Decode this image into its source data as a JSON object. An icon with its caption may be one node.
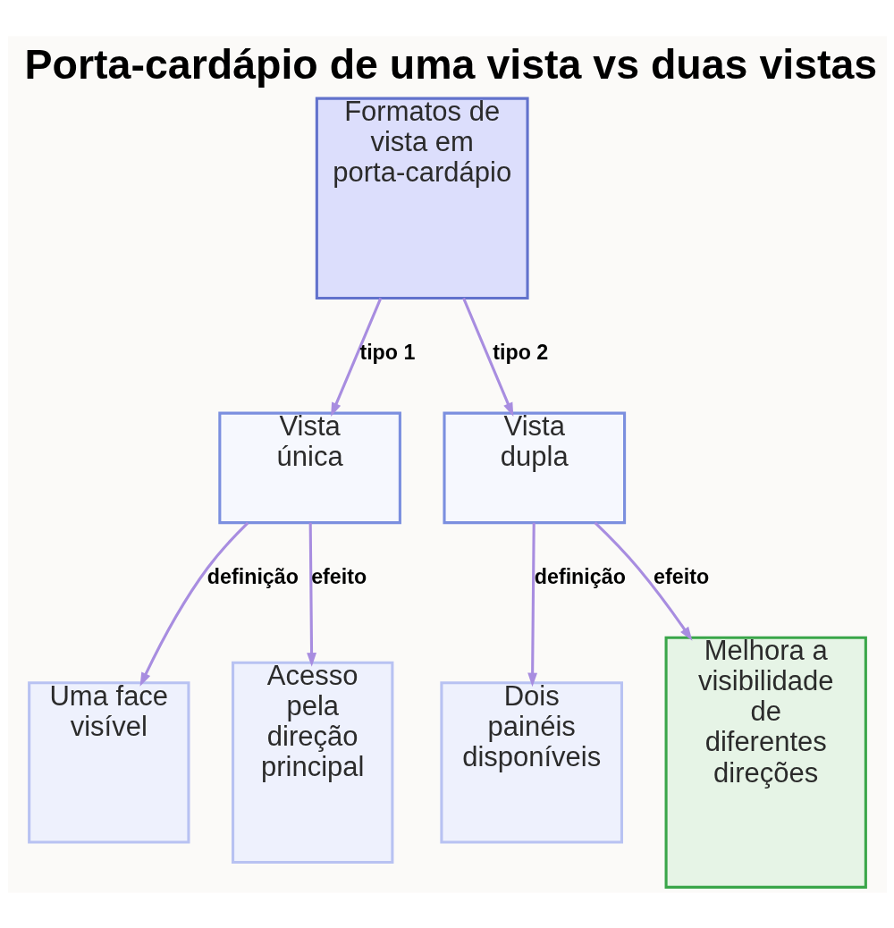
{
  "diagram": {
    "title": "Porta-cardápio de uma vista vs duas vistas",
    "nodes": [
      {
        "text": [
          "Formatos de vista em porta-cardápio"
        ]
      },
      {
        "text": [
          "Vista única"
        ]
      },
      {
        "text": [
          "Vista dupla"
        ]
      },
      {
        "text": [
          "Uma face visível"
        ]
      },
      {
        "text": [
          "Acesso pela direção principal"
        ]
      },
      {
        "text": [
          "Dois painéis disponíveis"
        ]
      },
      {
        "text": [
          "Melhora a visibilidade de diferentes direções"
        ]
      }
    ],
    "edges": [
      {
        "from": 0,
        "to": 1,
        "arrow": "to",
        "label": "tipo 1"
      },
      {
        "from": 0,
        "to": 2,
        "arrow": "to",
        "label": "tipo 2"
      },
      {
        "from": 1,
        "to": 3,
        "arrow": "to",
        "label": "definição"
      },
      {
        "from": 1,
        "to": 4,
        "arrow": "to",
        "label": "efeito"
      },
      {
        "from": 2,
        "to": 5,
        "arrow": "to",
        "label": "definição"
      },
      {
        "from": 2,
        "to": 6,
        "arrow": "to",
        "label": "efeito"
      }
    ]
  }
}
